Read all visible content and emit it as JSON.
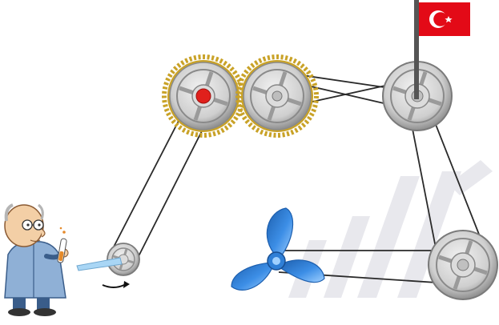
{
  "diagram": {
    "background": "#ffffff",
    "colors": {
      "belt": "#2a2a2a",
      "gear_teeth": "#c9a227",
      "pulley_face": "#d8d8d8",
      "pulley_dark": "#8a8a8a",
      "driver_dot": "#e0201c",
      "flag_red": "#e30a17",
      "flag_pole": "#555555",
      "propeller": "#2f7fd6",
      "propeller_light": "#9fd0ff",
      "watermark": "#e6e6ec",
      "arrow": "#111111"
    },
    "parts": [
      {
        "id": "crank-pulley",
        "kind": "pulley",
        "icon": "pulley-icon"
      },
      {
        "id": "driver-gear",
        "kind": "gear",
        "icon": "gear-icon",
        "marker": "red-dot"
      },
      {
        "id": "driven-gear",
        "kind": "gear",
        "icon": "gear-icon"
      },
      {
        "id": "flag-pulley",
        "kind": "pulley",
        "icon": "pulley-icon"
      },
      {
        "id": "fan-pulley",
        "kind": "pulley",
        "icon": "pulley-icon"
      },
      {
        "id": "propeller",
        "kind": "fan",
        "icon": "propeller-icon"
      },
      {
        "id": "flag",
        "kind": "flag",
        "icon": "crescent-star-flag-icon"
      },
      {
        "id": "scientist",
        "kind": "character",
        "icon": "scientist-icon"
      }
    ],
    "belts": [
      {
        "from": "crank-pulley",
        "to": "driver-gear",
        "crossed": false
      },
      {
        "from": "driven-gear",
        "to": "flag-pulley",
        "crossed": true
      },
      {
        "from": "flag-pulley",
        "to": "fan-pulley",
        "crossed": false
      },
      {
        "from": "fan-pulley",
        "to": "propeller",
        "crossed": false
      }
    ],
    "rotation_arrow": {
      "icon": "curved-arrow-icon",
      "direction": "clockwise"
    }
  }
}
